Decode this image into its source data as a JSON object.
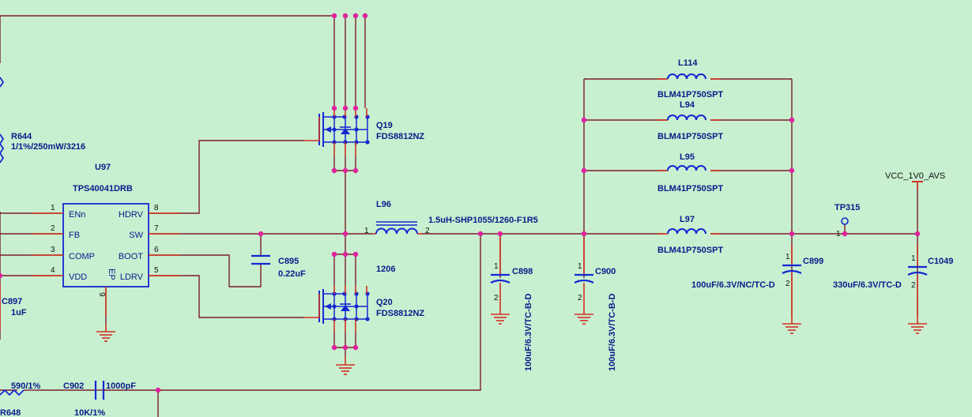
{
  "colors": {
    "background": "#c8efd0",
    "wire": "#7a1e2a",
    "component": "#1428d2",
    "junction": "#e0229e",
    "ground": "#d23020",
    "text": "#0a1a8a"
  },
  "u97": {
    "ref": "U97",
    "part": "TPS40041DRB",
    "pins_left": [
      {
        "num": "1",
        "name": "ENn"
      },
      {
        "num": "2",
        "name": "FB"
      },
      {
        "num": "3",
        "name": "COMP"
      },
      {
        "num": "4",
        "name": "VDD"
      }
    ],
    "pins_right": [
      {
        "num": "8",
        "name": "HDRV"
      },
      {
        "num": "7",
        "name": "SW"
      },
      {
        "num": "6",
        "name": "BOOT"
      },
      {
        "num": "5",
        "name": "LDRV"
      }
    ],
    "ep_name": "EP",
    "ep_num": "9"
  },
  "r644": {
    "ref": "R644",
    "value": "1/1%/250mW/3216"
  },
  "c897": {
    "ref": "C897",
    "value": "1uF"
  },
  "q19": {
    "ref": "Q19",
    "part": "FDS8812NZ"
  },
  "q20": {
    "ref": "Q20",
    "part": "FDS8812NZ"
  },
  "l96": {
    "ref": "L96",
    "value": "1.5uH-SHP1055/1260-F1R5",
    "pin1": "1",
    "pin2": "2"
  },
  "c895": {
    "ref": "C895",
    "value": "0.22uF"
  },
  "pkg_1206": "1206",
  "c898": {
    "ref": "C898",
    "value": "100uF/6.3V/TC-B-D",
    "pin1": "1",
    "pin2": "2"
  },
  "c900": {
    "ref": "C900",
    "value": "100uF/6.3V/TC-B-D",
    "pin1": "1",
    "pin2": "2"
  },
  "beads": [
    {
      "ref": "L114",
      "value": "BLM41P750SPT"
    },
    {
      "ref": "L94",
      "value": "BLM41P750SPT"
    },
    {
      "ref": "L95",
      "value": "BLM41P750SPT"
    },
    {
      "ref": "L97",
      "value": "BLM41P750SPT"
    }
  ],
  "c899": {
    "ref": "C899",
    "value": "100uF/6.3V/NC/TC-D",
    "pin1": "1",
    "pin2": "2"
  },
  "c1049": {
    "ref": "C1049",
    "value": "330uF/6.3V/TC-D",
    "pin1": "1",
    "pin2": "2"
  },
  "tp315": {
    "ref": "TP315",
    "pin": "1"
  },
  "vcc_net": "VCC_1V0_AVS",
  "bottom": {
    "r_value": "590/1%",
    "c902_ref": "C902",
    "c902_value": "1000pF",
    "r648_ref": "R648",
    "r648_value": "10K/1%"
  }
}
